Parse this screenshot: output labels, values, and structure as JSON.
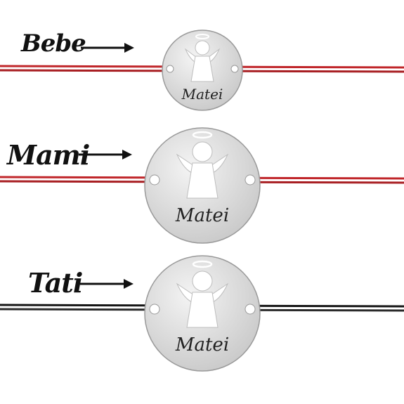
{
  "bracelets": [
    {
      "label": "Bebe",
      "engraving": "Matei",
      "cord_color": "#c0262a"
    },
    {
      "label": "Mami",
      "engraving": "Matei",
      "cord_color": "#c0262a"
    },
    {
      "label": "Tati",
      "engraving": "Matei",
      "cord_color": "#151515"
    }
  ],
  "icons": {
    "arrow": "right-arrow-icon",
    "angel": "angel-icon"
  }
}
